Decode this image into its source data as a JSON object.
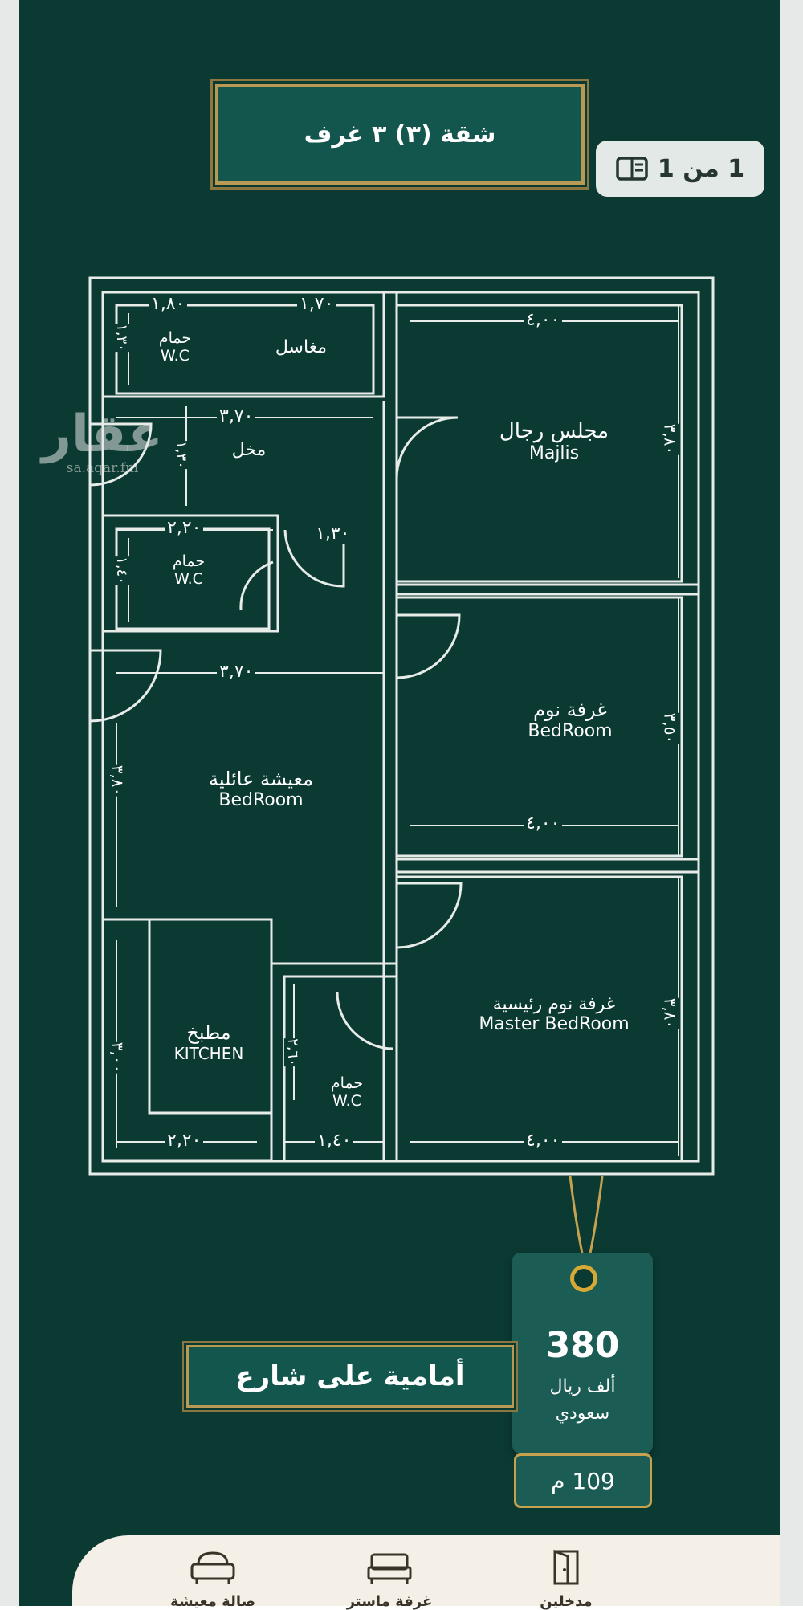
{
  "title": "شقة (٣)  ٣ غرف",
  "pagination": {
    "label": "1 من 1",
    "icon": "gallery-icon"
  },
  "watermark": {
    "logo": "عقار",
    "url": "sa.aqar.fm"
  },
  "floor_plan": {
    "rooms": {
      "majlis_ar": "مجلس رجال",
      "majlis_en": "Majlis",
      "bedroom_ar": "غرفة نوم",
      "bedroom_en": "BedRoom",
      "master_ar": "غرفة نوم رئيسية",
      "master_en": "Master BedRoom",
      "living_ar": "معيشة عائلية",
      "living_en": "BedRoom",
      "kitchen_ar": "مطبخ",
      "kitchen_en": "KITCHEN",
      "bath1_ar": "حمام",
      "bath1_en": "W.C",
      "bath2_ar": "حمام",
      "bath2_en": "W.C",
      "bath3_ar": "حمام",
      "bath3_en": "W.C",
      "sinks_ar": "مغاسل",
      "entry_ar": "مخل"
    },
    "dimensions": {
      "d1": "١,٨٠",
      "d2": "١,٧٠",
      "d3": "٤,٠٠",
      "d4": "١,٣٠",
      "d5": "٣,٧٠",
      "d6": "١,٣٠",
      "d7": "٣,٨٠",
      "d8": "٢,٢٠",
      "d9": "١,٣٠",
      "d10": "١,٤٠",
      "d11": "٣,٧٠",
      "d12": "٣,٥٠",
      "d13": "٤,٠٠",
      "d14": "٣,٨٠",
      "d15": "٣,٠٠",
      "d16": "٢,٦٠",
      "d17": "٣,٨٠",
      "d18": "٢,٢٠",
      "d19": "١,٤٠",
      "d20": "٤,٠٠"
    }
  },
  "price": {
    "value": "380",
    "unit_line1": "ألف ريال",
    "unit_line2": "سعودي"
  },
  "area": "109 م",
  "feature": "أمامية على شارع",
  "bottom_nav": [
    {
      "label": "مدخلين",
      "icon": "door-icon"
    },
    {
      "label": "غرفة ماستر",
      "icon": "bed-icon"
    },
    {
      "label": "صالة معيشة",
      "icon": "sofa-icon"
    }
  ],
  "colors": {
    "panel": "#0b3a33",
    "gold": "#b89a55",
    "line": "#e8ece9"
  }
}
